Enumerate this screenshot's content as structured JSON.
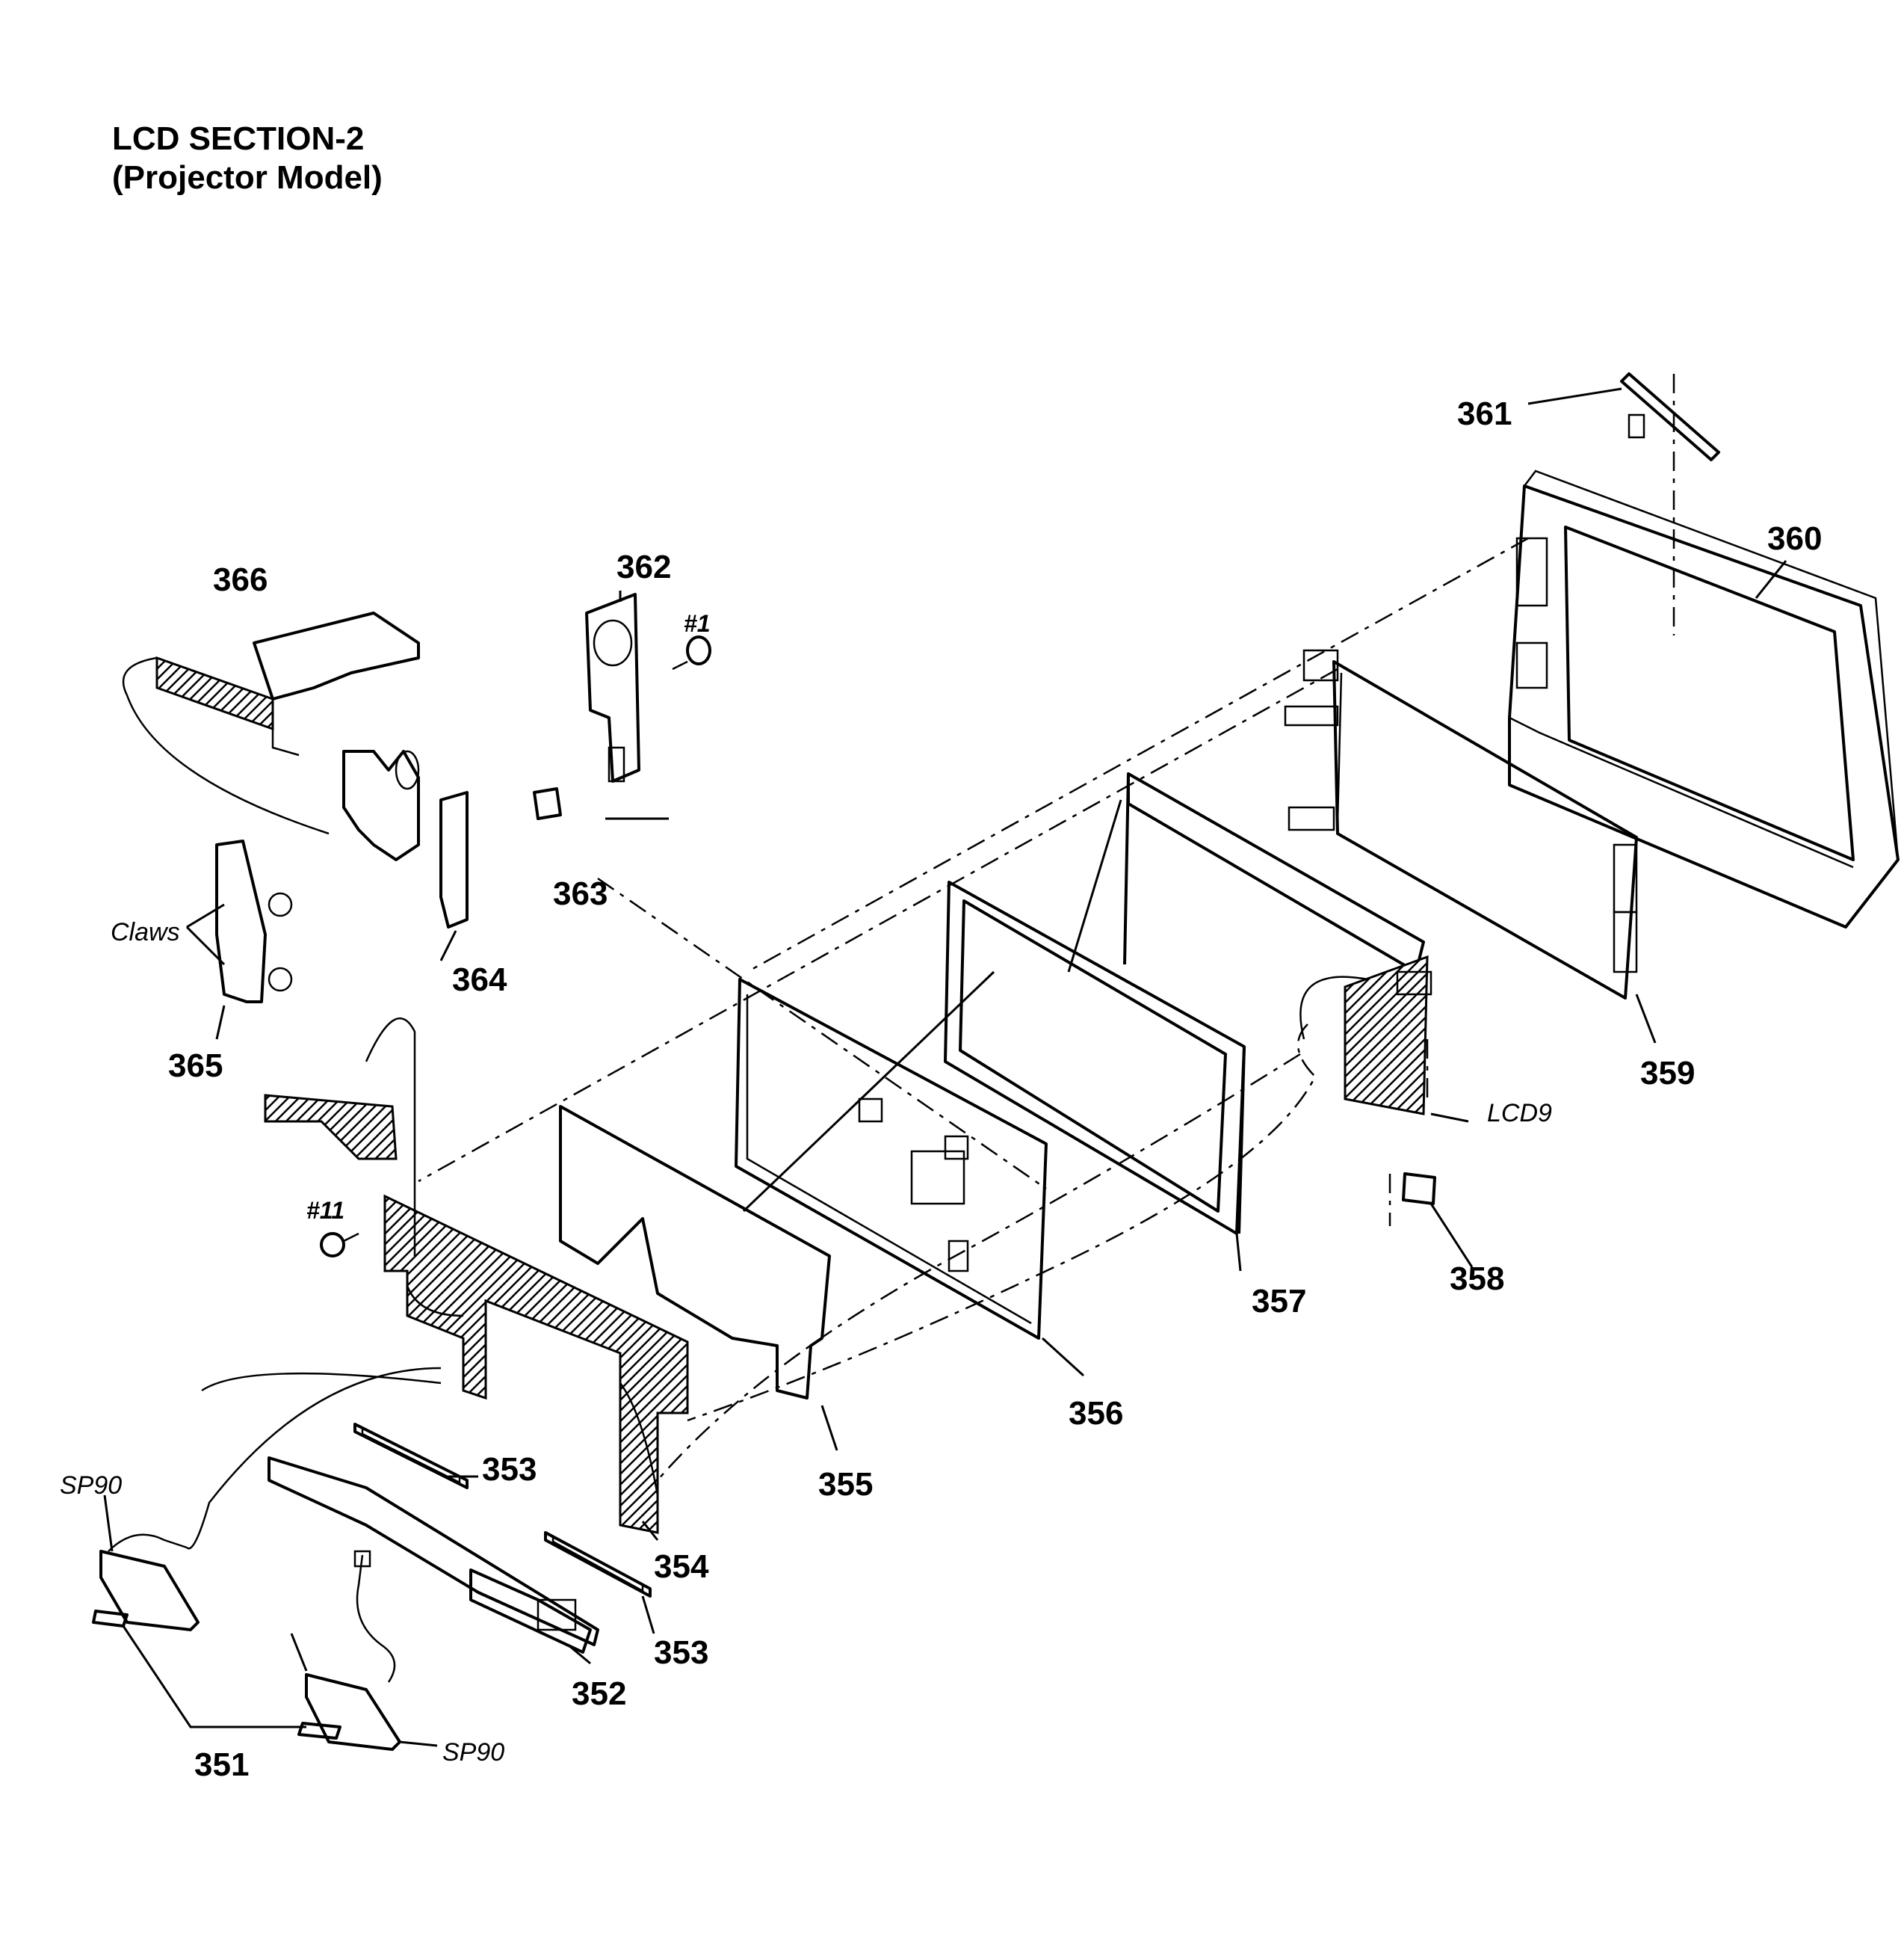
{
  "title": {
    "line1": "LCD SECTION-2",
    "line2": "(Projector Model)"
  },
  "callouts": {
    "c351": "351",
    "c352": "352",
    "c353a": "353",
    "c353b": "353",
    "c354": "354",
    "c355": "355",
    "c356": "356",
    "c357": "357",
    "c358": "358",
    "c359": "359",
    "c360": "360",
    "c361": "361",
    "c362": "362",
    "c363": "363",
    "c364": "364",
    "c365": "365",
    "c366": "366"
  },
  "labels": {
    "claws": "Claws",
    "sp90_top": "SP90",
    "sp90_bottom": "SP90",
    "lcd9": "LCD9",
    "screw1": "#1",
    "screw11": "#11"
  }
}
